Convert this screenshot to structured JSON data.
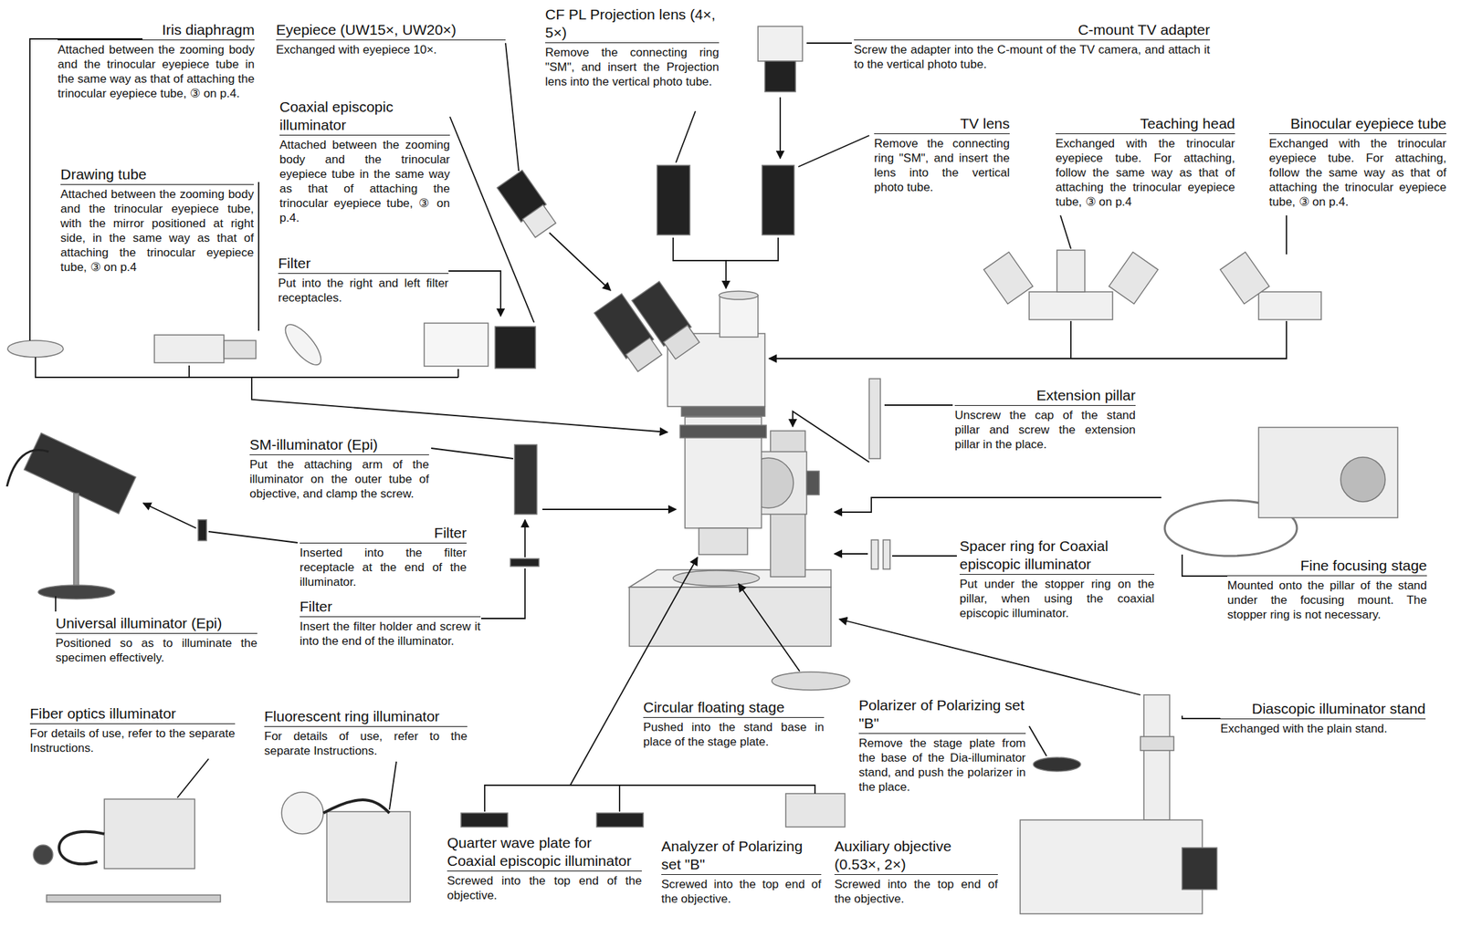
{
  "diagram": {
    "nodes": [
      {
        "text": [
          "Iris diaphragm",
          "Attached between the zooming body and the trinocular eyepiece tube in the same way as that of attaching the trinocular eyepiece tube, ③ on p.4."
        ]
      },
      {
        "text": [
          "Eyepiece (UW15×, UW20×)",
          "Exchanged with eyepiece 10×."
        ]
      },
      {
        "text": [
          "CF PL Projection lens (4×, 5×)",
          "Remove the connecting ring \"SM\", and insert the Projection lens into the vertical photo tube."
        ]
      },
      {
        "text": [
          "C-mount TV adapter",
          "Screw the adapter into the C-mount of the TV camera, and attach it to the vertical photo tube."
        ]
      },
      {
        "text": [
          "Coaxial episcopic illuminator",
          "Attached between the zooming body and the trinocular eyepiece tube in the same way as that of attaching the trinocular eyepiece tube, ③ on p.4."
        ]
      },
      {
        "text": [
          "TV lens",
          "Remove the connecting ring \"SM\", and insert the lens into the vertical photo tube."
        ]
      },
      {
        "text": [
          "Teaching head",
          "Exchanged with the trinocular eyepiece tube. For attaching, follow the same way as that of attaching the trinocular eyepiece tube, ③ on p.4"
        ]
      },
      {
        "text": [
          "Binocular eyepiece tube",
          "Exchanged with the trinocular eyepiece tube. For attaching, follow the same way as that of attaching the trinocular eyepiece tube, ③ on p.4."
        ]
      },
      {
        "text": [
          "Drawing tube",
          "Attached between the zooming body and the trinocular eyepiece tube, with the mirror positioned at right side, in the same way as that of attaching the trinocular eyepiece tube, ③ on p.4"
        ]
      },
      {
        "text": [
          "Filter",
          "Put into the right and left filter receptacles."
        ]
      },
      {
        "text": [
          "Extension pillar",
          "Unscrew the cap of the stand pillar and screw the extension pillar in the place."
        ]
      },
      {
        "text": [
          "SM-illuminator (Epi)",
          "Put the attaching arm of the illuminator on the outer tube of objective, and clamp the screw."
        ]
      },
      {
        "text": [
          "Filter",
          "Inserted into the filter receptacle at the end of the illuminator."
        ]
      },
      {
        "text": [
          "Spacer ring for Coaxial episcopic illuminator",
          "Put under the stopper ring on the pillar, when using the coaxial episcopic illuminator."
        ]
      },
      {
        "text": [
          "Fine focusing stage",
          "Mounted onto the pillar of the stand under the focusing mount. The stopper ring is not necessary."
        ]
      },
      {
        "text": [
          "Filter",
          "Insert the filter holder and screw it into the end of the illuminator."
        ]
      },
      {
        "text": [
          "Universal illuminator (Epi)",
          "Positioned so as to illuminate the specimen effectively."
        ]
      },
      {
        "text": [
          "Fiber optics illuminator",
          "For details of use, refer to the separate Instructions."
        ]
      },
      {
        "text": [
          "Fluorescent ring illuminator",
          "For details of use, refer to the separate Instructions."
        ]
      },
      {
        "text": [
          "Circular floating stage",
          "Pushed into the stand base in place of the stage plate."
        ]
      },
      {
        "text": [
          "Polarizer of Polarizing set \"B\"",
          "Remove the stage plate from the base of the Dia-illuminator stand, and push the polarizer in the place."
        ]
      },
      {
        "text": [
          "Diascopic illuminator stand",
          "Exchanged with the plain stand."
        ]
      },
      {
        "text": [
          "Quarter wave plate for Coaxial episcopic illuminator",
          "Screwed into the top end of the objective."
        ]
      },
      {
        "text": [
          "Analyzer of Polarizing set \"B\"",
          "Screwed into the top end of the objective."
        ]
      },
      {
        "text": [
          "Auxiliary objective (0.53×, 2×)",
          "Screwed into the top end of the objective."
        ]
      }
    ]
  }
}
